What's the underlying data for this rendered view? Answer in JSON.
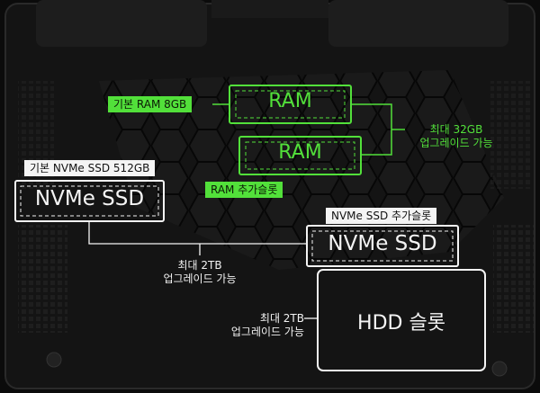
{
  "colors": {
    "accent_green": "#52e03a",
    "outline_white": "#f4f4f4",
    "background": "#0b0b0b"
  },
  "ram": {
    "slot1_label": "RAM",
    "slot2_label": "RAM",
    "base_tag": "기본 RAM 8GB",
    "slot_tag": "RAM 추가슬롯",
    "max_line1": "최대 32GB",
    "max_line2": "업그레이드 가능"
  },
  "ssd": {
    "slot1_label": "NVMe SSD",
    "slot2_label": "NVMe SSD",
    "base_tag": "기본 NVMe SSD 512GB",
    "slot_tag": "NVMe SSD 추가슬롯",
    "max_line1": "최대 2TB",
    "max_line2": "업그레이드 가능"
  },
  "hdd": {
    "slot_label": "HDD 슬롯",
    "max_line1": "최대 2TB",
    "max_line2": "업그레이드 가능"
  }
}
